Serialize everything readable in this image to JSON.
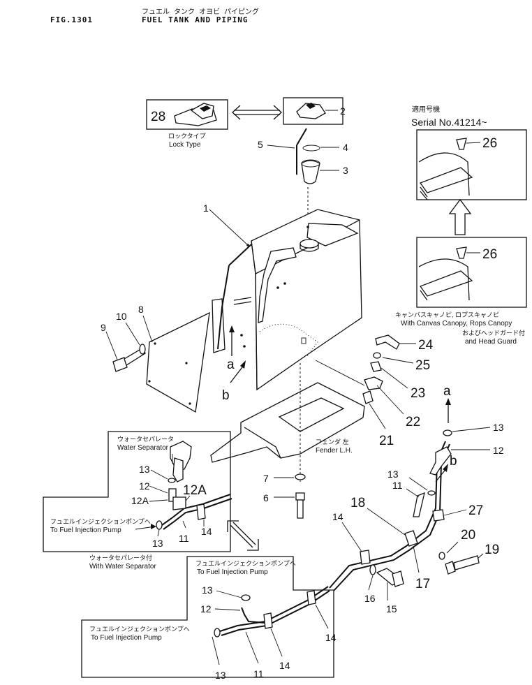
{
  "header": {
    "fig_no": "FIG.1301",
    "title_jp": "フュエル タンク オヨビ パイピング",
    "title_en": "FUEL TANK AND PIPING"
  },
  "serial_box": {
    "label_jp": "適用号機",
    "label_en": "Serial No.41214~"
  },
  "captions": {
    "lock_type_jp": "ロックタイプ",
    "lock_type_en": "Lock Type",
    "canopy_jp": "キャンバスキャノピ, ロプスキャノピ",
    "canopy_en": "With Canvas Canopy, Rops Canopy",
    "head_guard_jp": "およびヘッドガード付",
    "head_guard_en": "and Head Guard",
    "water_sep_jp": "ウォータセパレータ",
    "water_sep_en": "Water Separator",
    "fender_jp": "フェンダ 左",
    "fender_en": "Fender L.H.",
    "to_pump_jp": "フュエルインジェクションポンプへ",
    "to_pump_en": "To Fuel Injection Pump",
    "with_water_sep_jp": "ウォータセパレータ付",
    "with_water_sep_en": "With Water Separator"
  },
  "callouts": {
    "c1": "1",
    "c2": "2",
    "c3": "3",
    "c4": "4",
    "c5": "5",
    "c6": "6",
    "c7": "7",
    "c8": "8",
    "c9": "9",
    "c10": "10",
    "c11": "11",
    "c12": "12",
    "c12a": "12A",
    "c13": "13",
    "c14": "14",
    "c15": "15",
    "c16": "16",
    "c17": "17",
    "c18": "18",
    "c19": "19",
    "c20": "20",
    "c21": "21",
    "c22": "22",
    "c23": "23",
    "c24": "24",
    "c25": "25",
    "c26": "26",
    "c27": "27",
    "c28": "28",
    "a": "a",
    "b": "b"
  }
}
